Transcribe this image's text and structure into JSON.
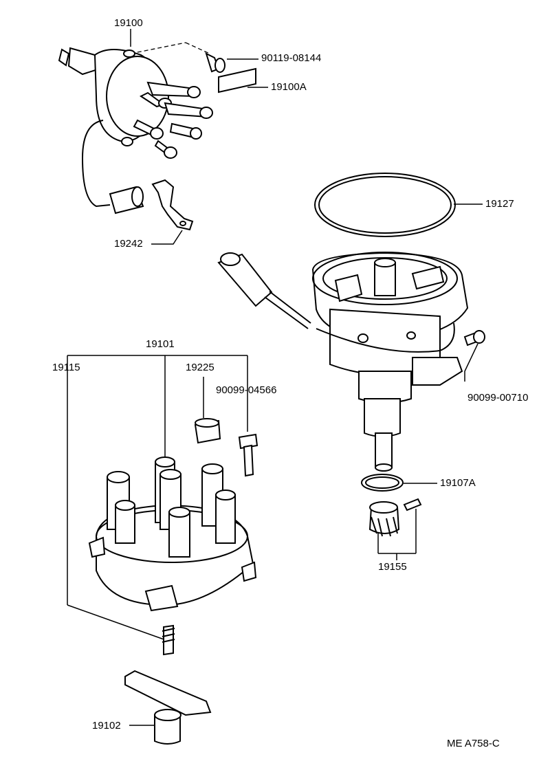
{
  "labels": {
    "p19100": "19100",
    "p90119": "90119-08144",
    "p19100A": "19100A",
    "p19127": "19127",
    "p19242": "19242",
    "p19101": "19101",
    "p19115": "19115",
    "p19225": "19225",
    "p90099a": "90099-04566",
    "p90099b": "90099-00710",
    "p19107A": "19107A",
    "p19155": "19155",
    "p19102": "19102"
  },
  "diagram_code": "ME  A758-C"
}
